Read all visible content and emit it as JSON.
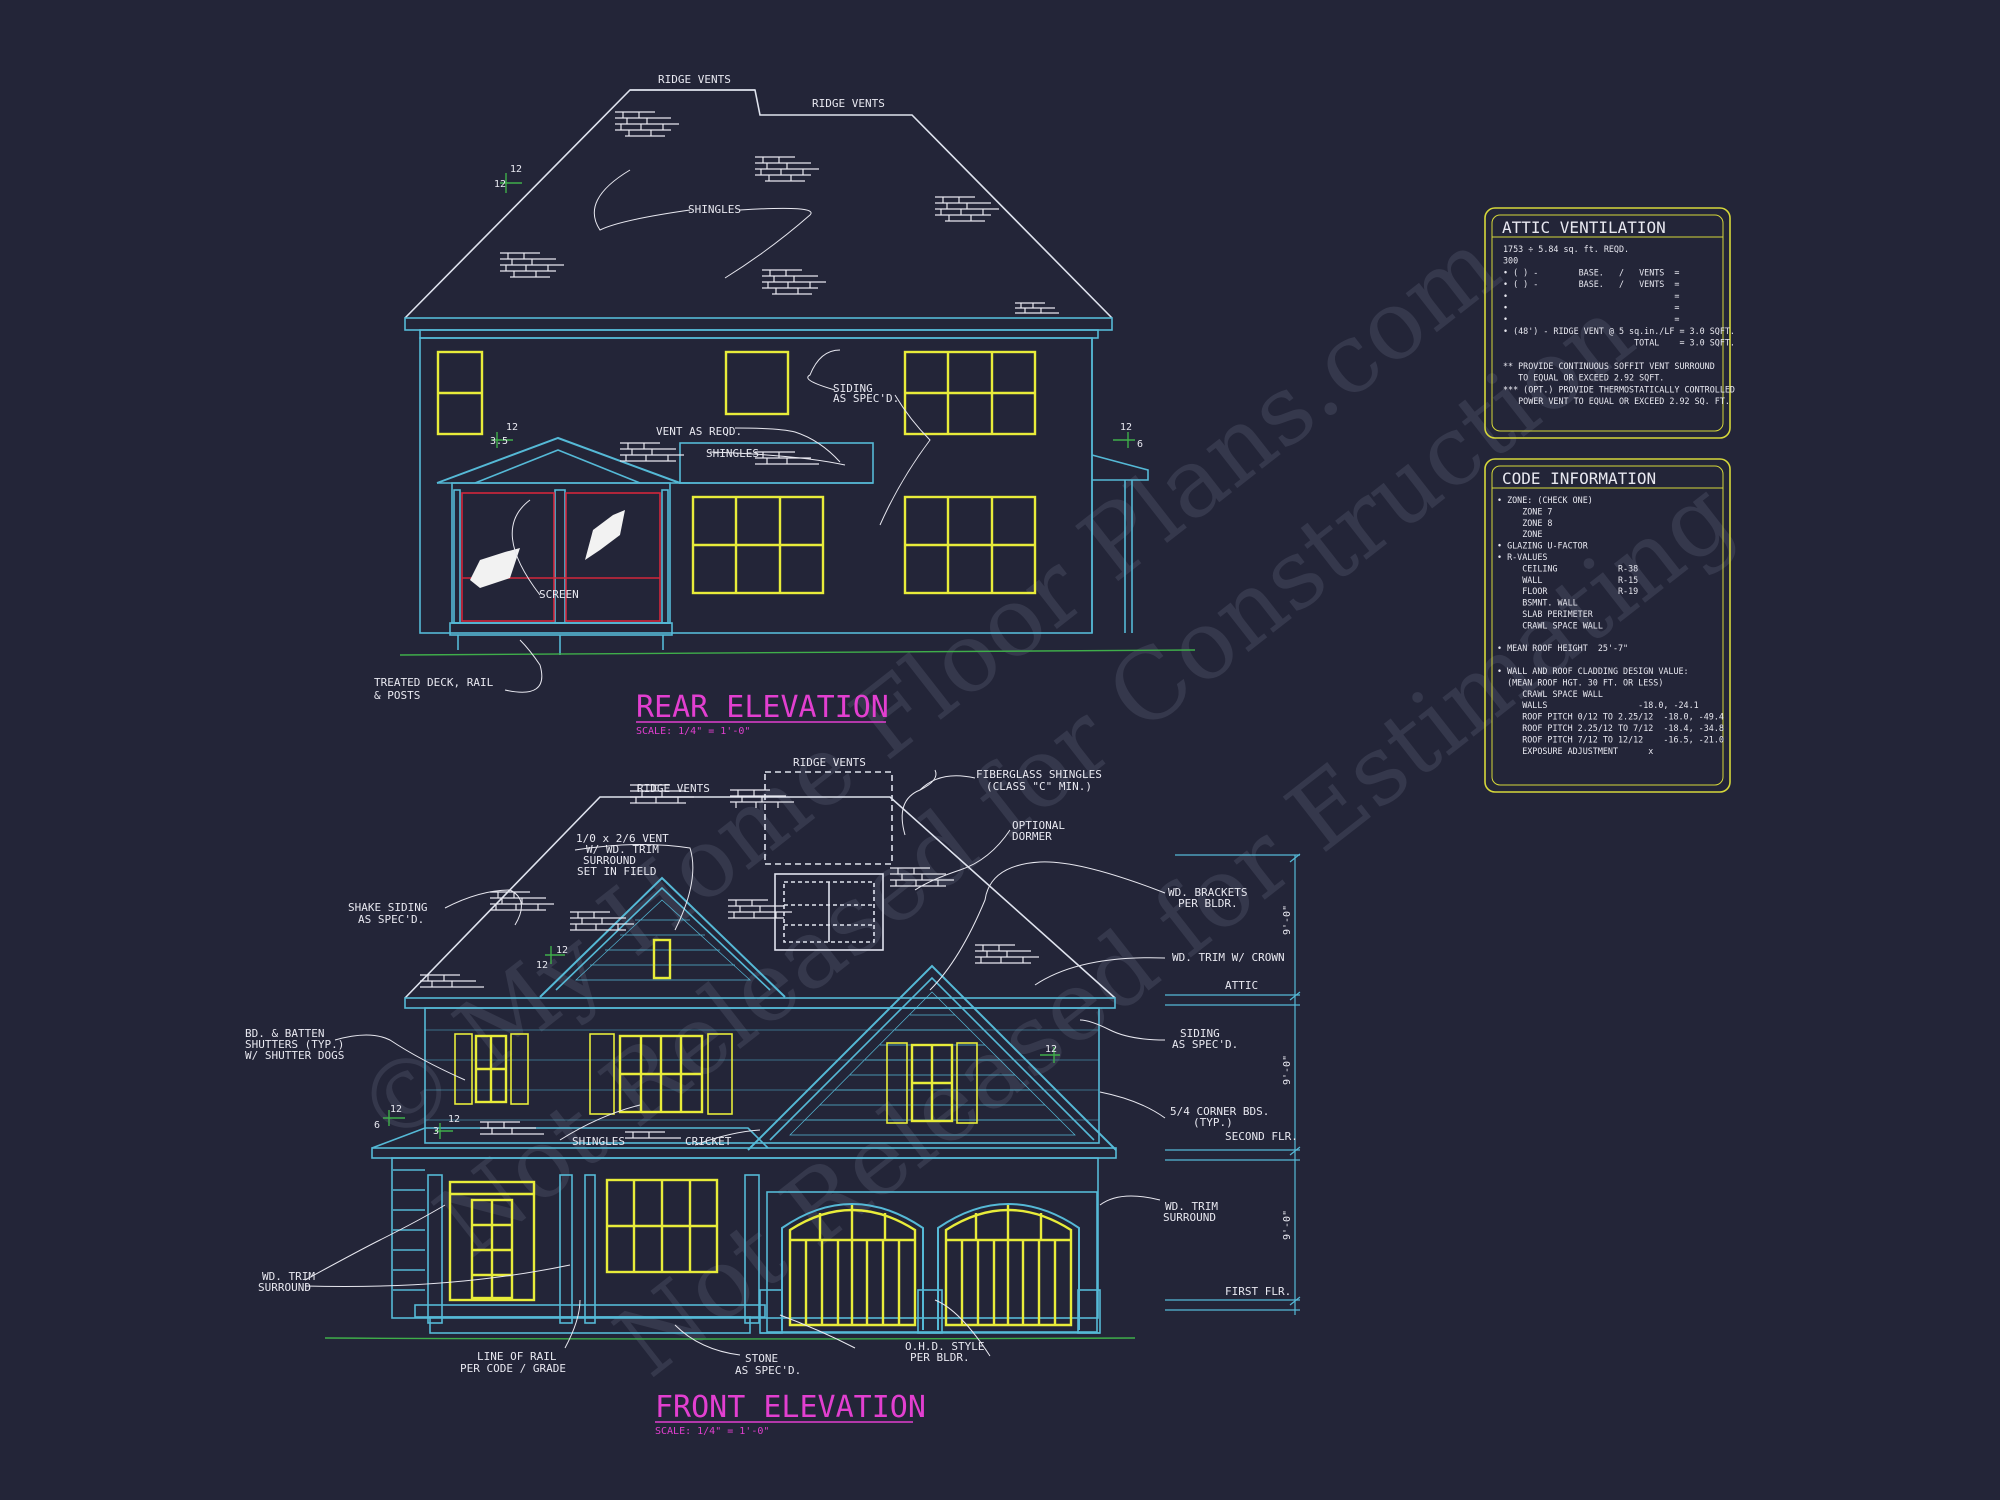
{
  "rear_elevation": {
    "title": "REAR ELEVATION",
    "scale": "SCALE: 1/4\" = 1'-0\"",
    "labels": {
      "ridge_vents_1": "RIDGE VENTS",
      "ridge_vents_2": "RIDGE VENTS",
      "shingles": "SHINGLES",
      "siding_1": "SIDING",
      "siding_2": "AS SPEC'D.",
      "vent": "VENT AS REQD.",
      "shingles_2": "SHINGLES",
      "screen": "SCREEN",
      "deck_1": "TREATED DECK, RAIL",
      "deck_2": "& POSTS",
      "pitch_12a": "12",
      "pitch_12b": "12",
      "pitch_35": "3.5",
      "pitch_12c": "12",
      "pitch_12d": "12",
      "pitch_6": "6"
    }
  },
  "front_elevation": {
    "title": "FRONT ELEVATION",
    "scale": "SCALE: 1/4\" = 1'-0\"",
    "labels": {
      "ridge_vents_1": "RIDGE VENTS",
      "ridge_vents_2": "RIDGE VENTS",
      "fiberglass_1": "FIBERGLASS SHINGLES",
      "fiberglass_2": "(CLASS \"C\" MIN.)",
      "dormer_1": "OPTIONAL",
      "dormer_2": "DORMER",
      "vent_1": "1/0 x 2/6 VENT",
      "vent_2": "W/ WD. TRIM",
      "vent_3": "SURROUND",
      "vent_4": "SET IN FIELD",
      "shake_1": "SHAKE SIDING",
      "shake_2": "AS SPEC'D.",
      "brackets_1": "WD. BRACKETS",
      "brackets_2": "PER BLDR.",
      "trim_crown": "WD. TRIM W/ CROWN",
      "attic": "ATTIC",
      "shutters_1": "BD. & BATTEN",
      "shutters_2": "SHUTTERS (TYP.)",
      "shutters_3": "W/ SHUTTER DOGS",
      "siding_1": "SIDING",
      "siding_2": "AS SPEC'D.",
      "corner_1": "5/4 CORNER BDS.",
      "corner_2": "(TYP.)",
      "second_flr": "SECOND FLR.",
      "shingles": "SHINGLES",
      "cricket": "CRICKET",
      "trim_r1": "WD. TRIM",
      "trim_r2": "SURROUND",
      "trim_l1": "WD. TRIM",
      "trim_l2": "SURROUND",
      "first_flr": "FIRST FLR.",
      "rail_1": "LINE OF RAIL",
      "rail_2": "PER CODE / GRADE",
      "stone_1": "STONE",
      "stone_2": "AS SPEC'D.",
      "ohd_1": "O.H.D. STYLE",
      "ohd_2": "PER BLDR.",
      "dim_1": "9'-0\"",
      "dim_2": "9'-0\"",
      "dim_3": "9'-0\"",
      "pitch_12a": "12",
      "pitch_12b": "12",
      "pitch_12c": "12",
      "pitch_12d": "12",
      "pitch_12e": "12",
      "pitch_6": "6",
      "pitch_3": "3"
    }
  },
  "attic_ventilation": {
    "title": "ATTIC VENTILATION",
    "lines": [
      "1753 ÷ 5.84 sq. ft. REQD.",
      "300",
      "• ( ) -        BASE.   /   VENTS  =",
      "• ( ) -        BASE.   /   VENTS  =",
      "•                                 =",
      "•                                 =",
      "•                                 =",
      "• (48') - RIDGE VENT @ 5 sq.in./LF = 3.0 SQFT.",
      "                          TOTAL    = 3.0 SQFT.",
      "",
      "** PROVIDE CONTINUOUS SOFFIT VENT SURROUND",
      "   TO EQUAL OR EXCEED 2.92 SQFT.",
      "*** (OPT.) PROVIDE THERMOSTATICALLY CONTROLLED",
      "   POWER VENT TO EQUAL OR EXCEED 2.92 SQ. FT."
    ]
  },
  "code_information": {
    "title": "CODE INFORMATION",
    "lines": [
      "• ZONE: (CHECK ONE)",
      "     ZONE 7",
      "     ZONE 8",
      "     ZONE",
      "• GLAZING U-FACTOR",
      "• R-VALUES",
      "     CEILING            R-38",
      "     WALL               R-15",
      "     FLOOR              R-19",
      "     BSMNT. WALL",
      "     SLAB PERIMETER",
      "     CRAWL SPACE WALL",
      "",
      "• MEAN ROOF HEIGHT  25'-7\"",
      "",
      "• WALL AND ROOF CLADDING DESIGN VALUE:",
      "  (MEAN ROOF HGT. 30 FT. OR LESS)",
      "     CRAWL SPACE WALL",
      "     WALLS                  -18.0, -24.1",
      "     ROOF PITCH 0/12 TO 2.25/12  -18.0, -49.4",
      "     ROOF PITCH 2.25/12 TO 7/12  -18.4, -34.8",
      "     ROOF PITCH 7/12 TO 12/12    -16.5, -21.0",
      "     EXPOSURE ADJUSTMENT      x"
    ]
  },
  "watermark": {
    "line_1": "© My Home Floor Plans.com",
    "line_2": "Not Released for Construction",
    "line_3": "Not Released for Estimating"
  },
  "colors": {
    "background": "#232538",
    "outline": "#55b9d6",
    "window": "#e8ec3a",
    "title": "#e23fd0",
    "brick": "#e8e8f0",
    "box_border": "#d6d83a",
    "ground": "#3fae4a",
    "screen_red": "#d2263b"
  }
}
